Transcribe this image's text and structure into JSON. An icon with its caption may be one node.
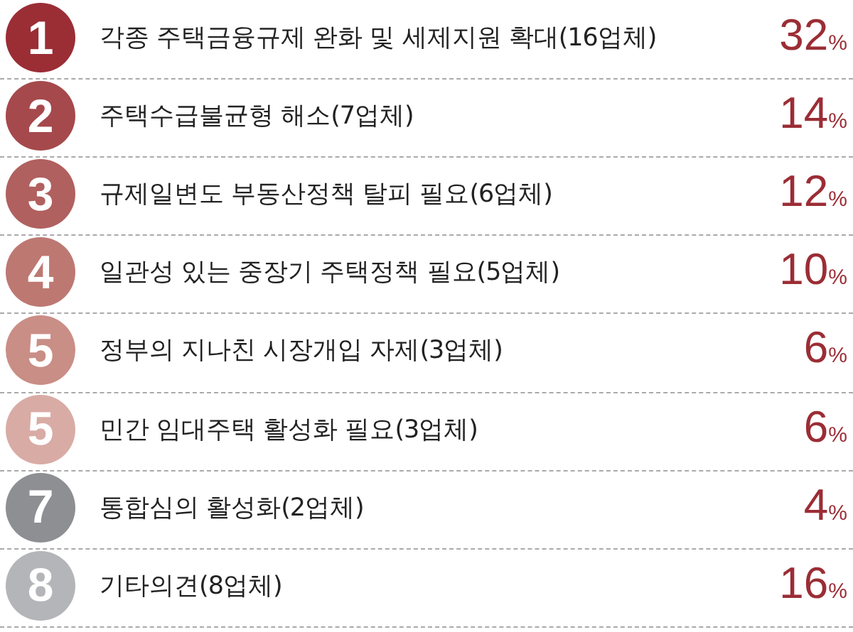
{
  "diagram": {
    "nodes": [
      {
        "text": [
          "1"
        ],
        "beside": [
          "각종 주택금융규제 완화 및 세제지원 확대(16업체)"
        ]
      },
      {
        "text": [
          "2"
        ],
        "beside": [
          "주택수급불균형 해소(7업체)"
        ]
      },
      {
        "text": [
          "3"
        ],
        "beside": [
          "규제일변도 부동산정책 탈피 필요(6업체)"
        ]
      },
      {
        "text": [
          "4"
        ],
        "beside": [
          "일관성 있는 중장기 주택정책 필요(5업체)"
        ]
      },
      {
        "text": [
          "5"
        ],
        "beside": [
          "정부의 지나친 시장개입 자제(3업체)"
        ]
      },
      {
        "text": [
          "5"
        ],
        "beside": [
          "민간 임대주택 활성화 필요(3업체)"
        ]
      },
      {
        "text": [
          "7"
        ],
        "beside": [
          "통합심의 활성화(2업체)"
        ]
      },
      {
        "text": [
          "8"
        ],
        "beside": [
          "기타의견(8업체)"
        ]
      }
    ],
    "labels": [
      "32%",
      "14%",
      "12%",
      "10%",
      "6%",
      "6%",
      "4%",
      "16%"
    ]
  }
}
